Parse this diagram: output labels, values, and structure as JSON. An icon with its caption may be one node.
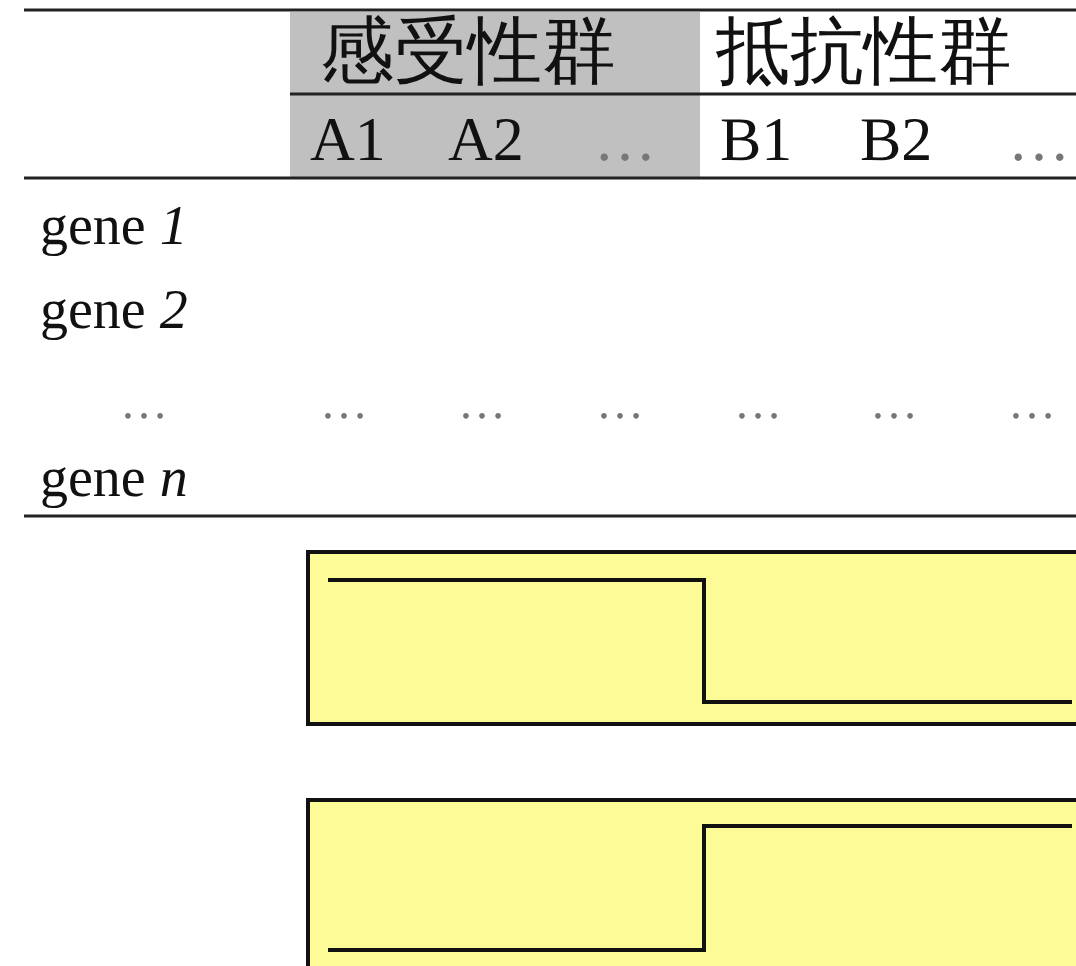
{
  "diagram": {
    "labels": [
      "感受性群",
      "抵抗性群",
      "A1",
      "A2",
      "…",
      "B1",
      "B2",
      "…",
      "gene *1*",
      "gene *2*",
      "…",
      "…",
      "…",
      "…",
      "…",
      "…",
      "…",
      "gene *n*"
    ]
  }
}
